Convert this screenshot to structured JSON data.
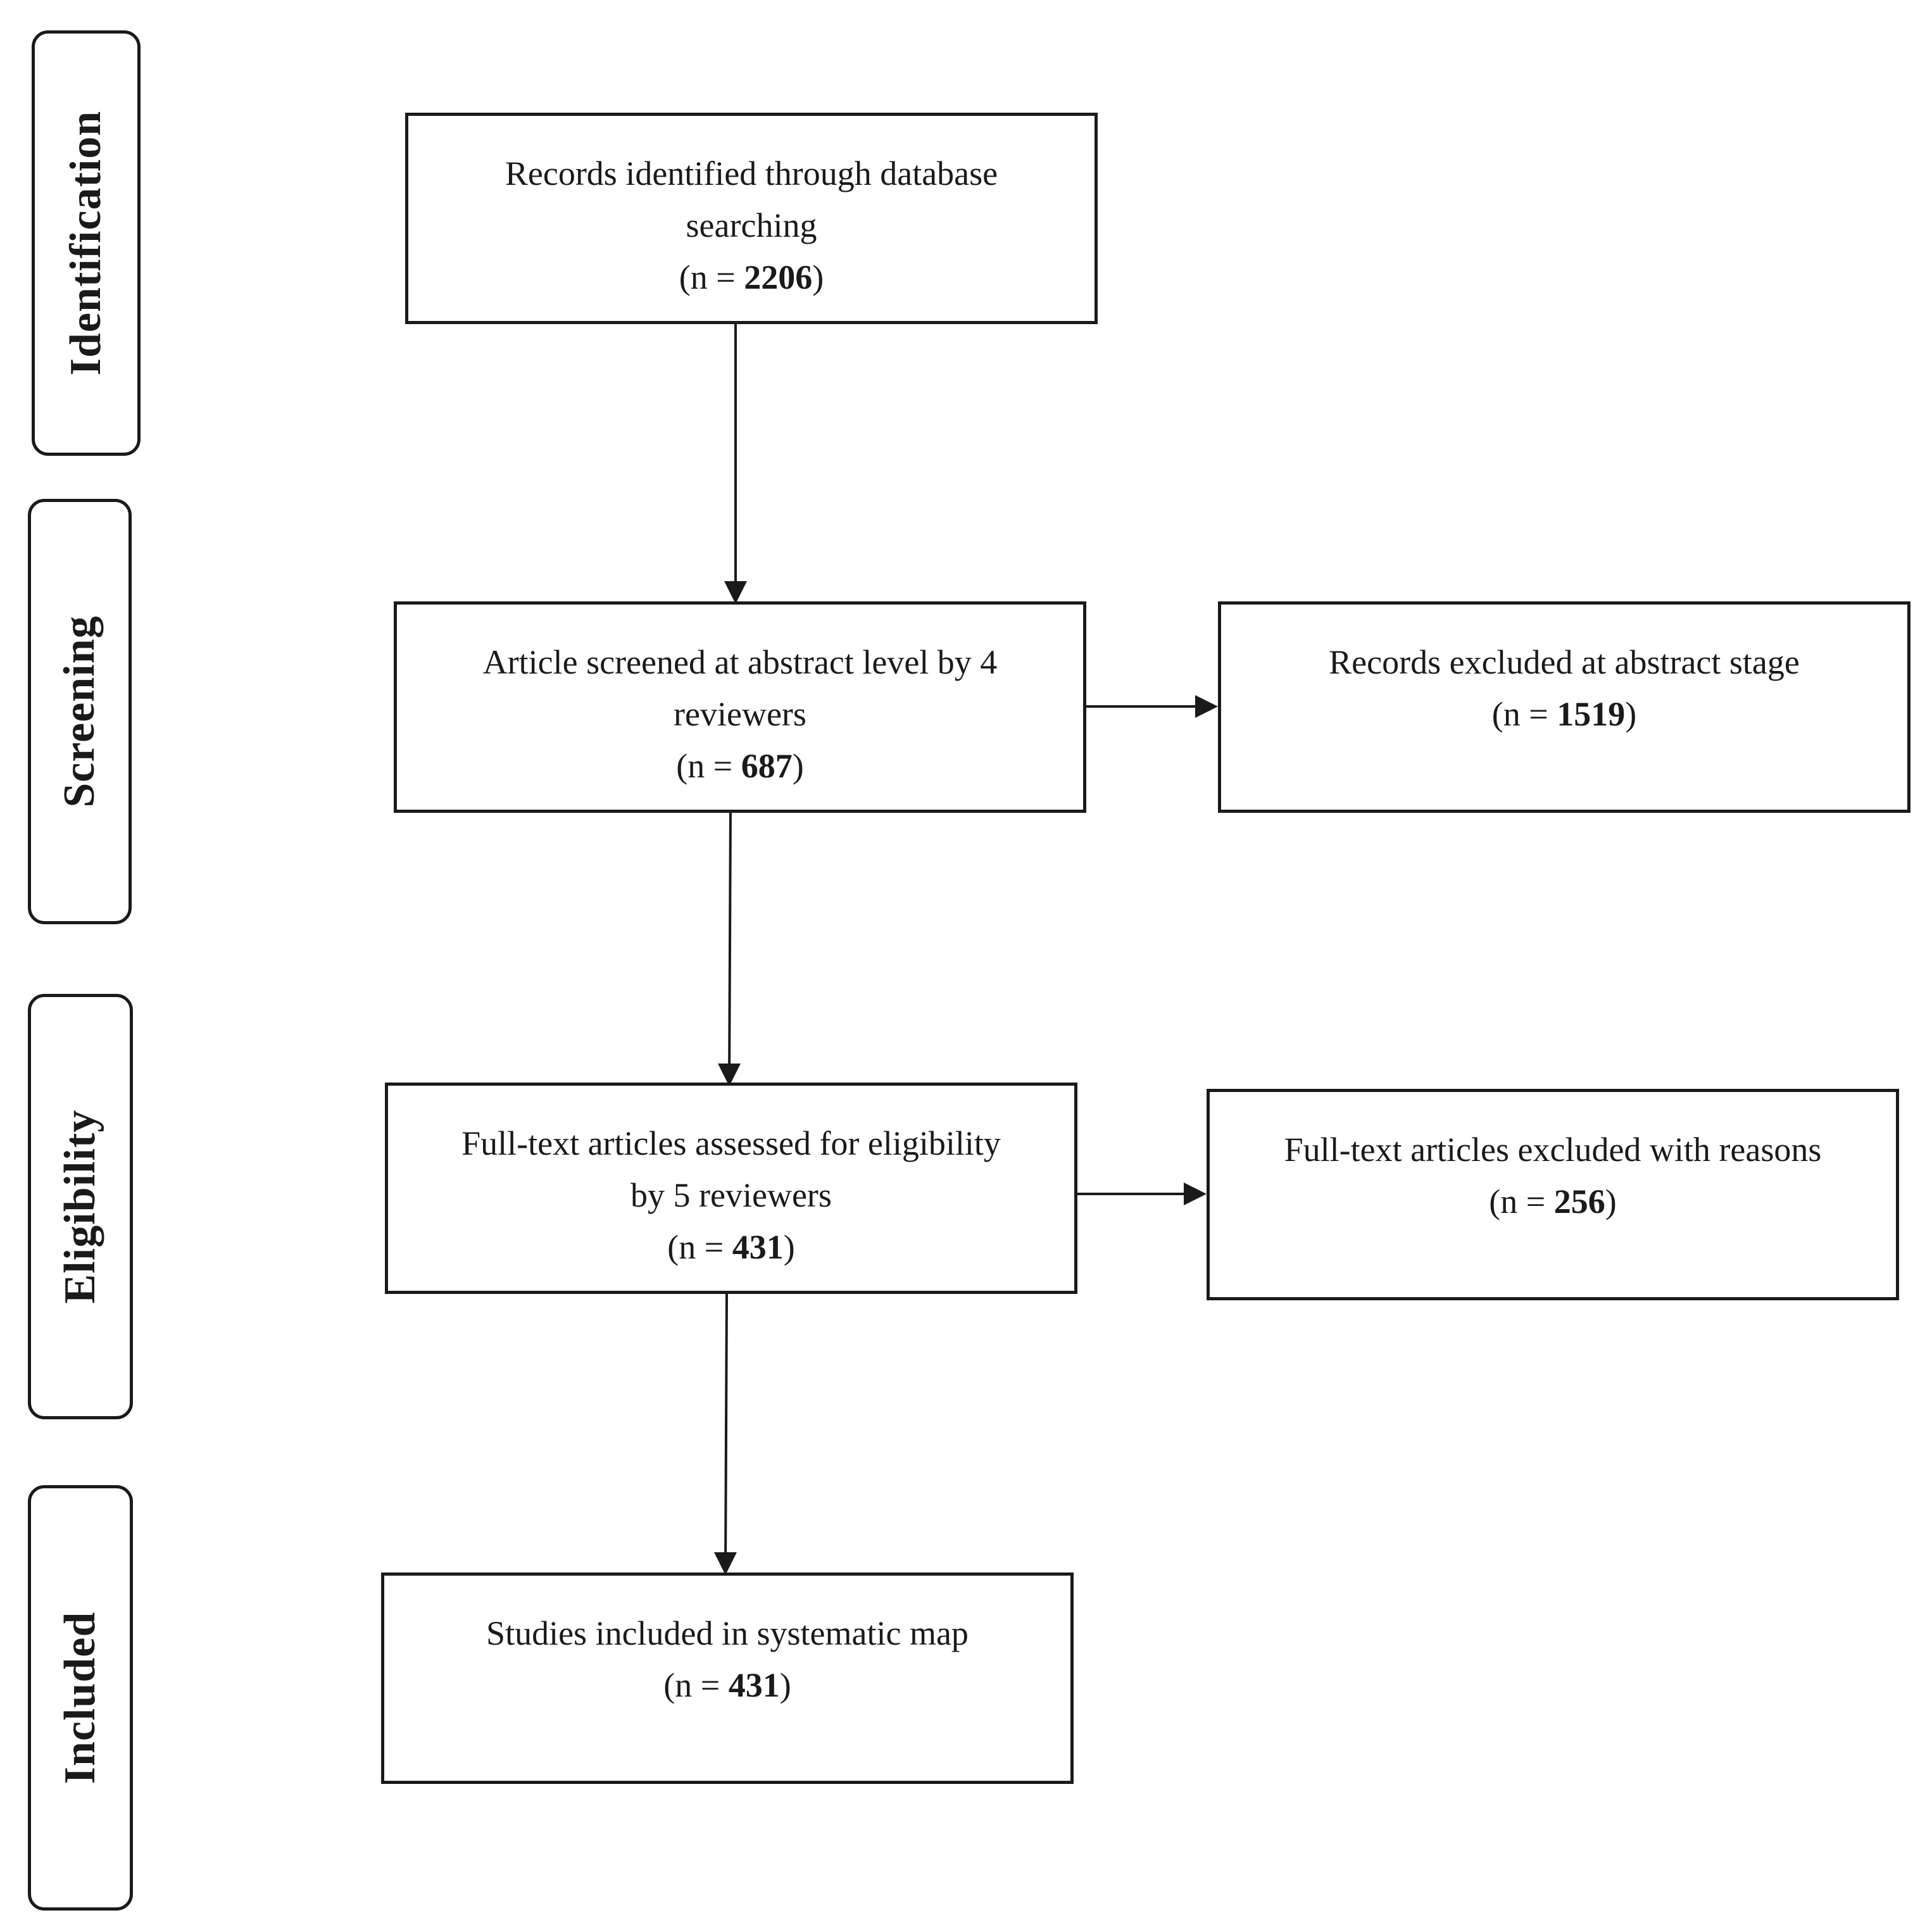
{
  "phases": {
    "identification": "Identification",
    "screening": "Screening",
    "eligibility": "Eligibility",
    "included": "Included"
  },
  "boxes": {
    "identified": {
      "lines": [
        "Records identified through database",
        "searching"
      ],
      "n_prefix": "(n = ",
      "n_value": "2206",
      "n_suffix": ")"
    },
    "screened": {
      "lines": [
        "Article screened at abstract level by 4",
        "reviewers"
      ],
      "n_prefix": "(n = ",
      "n_value": "687",
      "n_suffix": ")"
    },
    "excluded_abstract": {
      "lines": [
        "Records excluded at abstract stage"
      ],
      "n_prefix": "(n = ",
      "n_value": "1519",
      "n_suffix": ")"
    },
    "fulltext_assessed": {
      "lines": [
        "Full-text articles assessed for eligibility",
        "by 5 reviewers"
      ],
      "n_prefix": "(n = ",
      "n_value": "431",
      "n_suffix": ")"
    },
    "fulltext_excluded": {
      "lines": [
        "Full-text articles excluded with reasons"
      ],
      "n_prefix": "(n = ",
      "n_value": "256",
      "n_suffix": ")"
    },
    "included": {
      "lines": [
        "Studies included in systematic map"
      ],
      "n_prefix": "(n = ",
      "n_value": "431",
      "n_suffix": ")"
    }
  },
  "colors": {
    "stroke": "#1a1a1a",
    "background": "#ffffff"
  }
}
